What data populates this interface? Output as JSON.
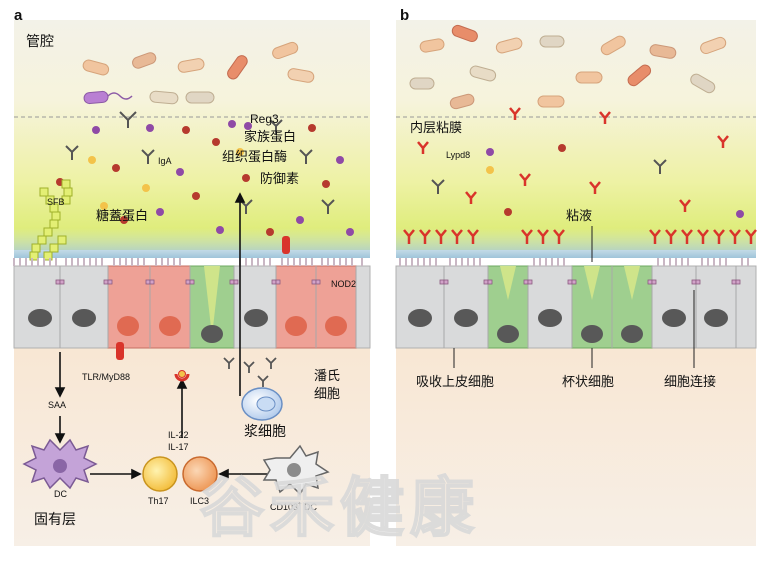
{
  "panel_a": {
    "letter": "a",
    "lumen": "管腔",
    "reg3": "Reg3",
    "reg3_family": "家族蛋白",
    "histone": "组织蛋白酶",
    "defensin": "防御素",
    "iga": "IgA",
    "sfb": "SFB",
    "glycocalyx": "糖蓋蛋白",
    "nod2": "NOD2",
    "paneth_1": "潘氏",
    "paneth_2": "细胞",
    "tlr": "TLR/MyD88",
    "saa": "SAA",
    "il22": "IL-22",
    "il17": "IL-17",
    "plasma": "浆细胞",
    "dc": "DC",
    "th17": "Th17",
    "ilc3": "ILC3",
    "cd103_main": "CD103",
    "cd103_sup": "+",
    "cd103_dc": " DC",
    "lamina": "固有层"
  },
  "panel_b": {
    "letter": "b",
    "inner_mucus": "内层粘膜",
    "lypd8": "Lypd8",
    "mucus": "粘液",
    "absorptive": "吸收上皮细胞",
    "goblet": "杯状细胞",
    "junction": "细胞连接"
  },
  "watermark": "谷禾健康",
  "colors": {
    "lumen_bg": "#f7f3dc",
    "mucus_yellow": "#e6ee8a",
    "lamina_bg": "#f7e4cf",
    "epi_grey": "#d9dadb",
    "paneth": "#eea196",
    "goblet": "#9fcf8f",
    "red_receptor": "#d9342b"
  }
}
